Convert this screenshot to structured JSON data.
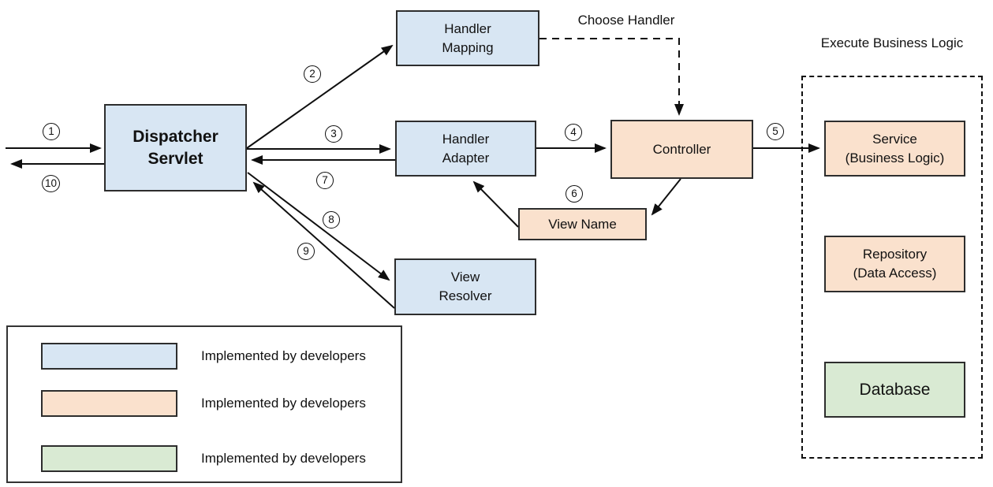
{
  "boxes": {
    "dispatcher": {
      "label": "Dispatcher\nServlet"
    },
    "handler_mapping": {
      "label": "Handler\nMapping"
    },
    "handler_adapter": {
      "label": "Handler\nAdapter"
    },
    "controller": {
      "label": "Controller"
    },
    "view_name": {
      "label": "View Name"
    },
    "view_resolver": {
      "label": "View\nResolver"
    },
    "service": {
      "label": "Service\n(Business Logic)"
    },
    "repository": {
      "label": "Repository\n(Data Access)"
    },
    "database": {
      "label": "Database"
    }
  },
  "annotations": {
    "choose_handler": "Choose Handler",
    "execute_business_logic": "Execute Business Logic"
  },
  "steps": [
    "1",
    "2",
    "3",
    "4",
    "5",
    "6",
    "7",
    "8",
    "9",
    "10"
  ],
  "legend": {
    "items": [
      {
        "swatch": "blue-swatch",
        "color": "#d8e6f3",
        "label": "Implemented by developers"
      },
      {
        "swatch": "orange-swatch",
        "color": "#fae1cd",
        "label": "Implemented by developers"
      },
      {
        "swatch": "green-swatch",
        "color": "#d9ead3",
        "label": "Implemented by developers"
      }
    ]
  },
  "colors": {
    "blue_fill": "#d8e6f3",
    "orange_fill": "#fae1cd",
    "green_fill": "#d9ead3",
    "box_border": "#2d2d2d",
    "arrow": "#0f0f0f"
  }
}
